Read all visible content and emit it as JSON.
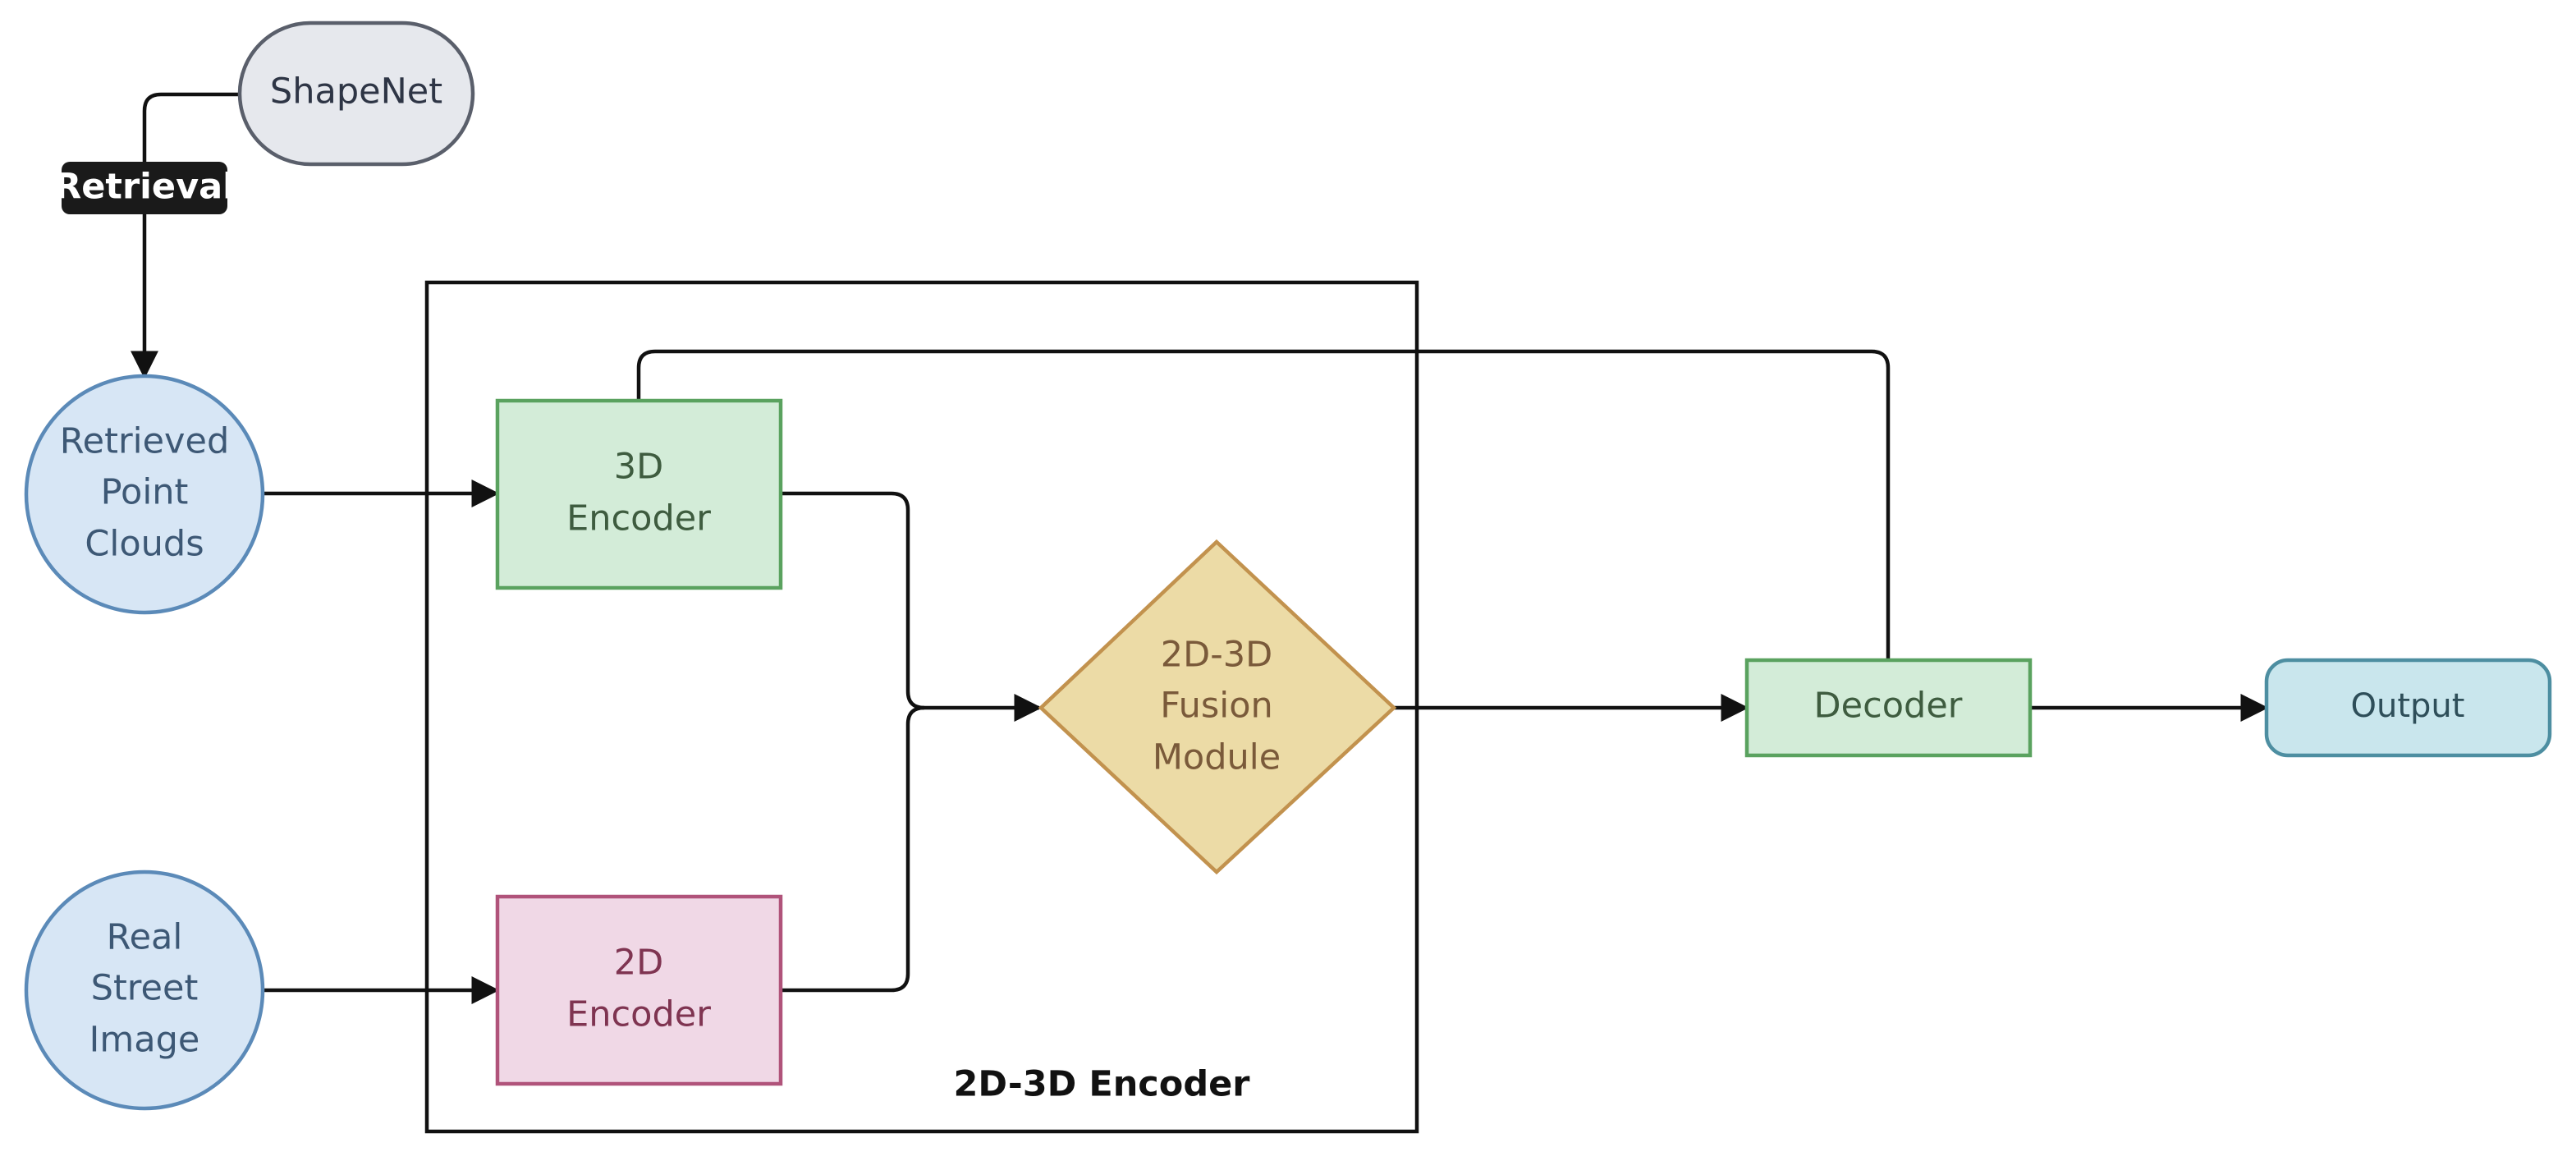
{
  "diagram": {
    "nodes": {
      "shapenet": {
        "label": "ShapeNet",
        "shape": "pill",
        "color": "#e6e8ed",
        "border": "#5a5f6b",
        "text_color": "#2e3545"
      },
      "retrieved_point_clouds": {
        "lines": [
          "Retrieved",
          "Point",
          "Clouds"
        ],
        "shape": "circle",
        "color": "#d7e6f5",
        "border": "#5b8ab8",
        "text_color": "#3d5875"
      },
      "real_street_image": {
        "lines": [
          "Real",
          "Street",
          "Image"
        ],
        "shape": "circle",
        "color": "#d7e6f5",
        "border": "#5b8ab8",
        "text_color": "#3d5875"
      },
      "encoder_3d": {
        "lines": [
          "3D",
          "Encoder"
        ],
        "shape": "rect",
        "color": "#d3ecd8",
        "border": "#5aa25f",
        "text_color": "#3e5c3f"
      },
      "encoder_2d": {
        "lines": [
          "2D",
          "Encoder"
        ],
        "shape": "rect",
        "color": "#f0d8e6",
        "border": "#b0537a",
        "text_color": "#7f3451"
      },
      "fusion_module": {
        "lines": [
          "2D-3D",
          "Fusion",
          "Module"
        ],
        "shape": "diamond",
        "color": "#ecdba6",
        "border": "#c2924e",
        "text_color": "#7a5a3a"
      },
      "decoder": {
        "label": "Decoder",
        "shape": "rect",
        "color": "#d3ecd8",
        "border": "#5aa25f",
        "text_color": "#3e5c3f"
      },
      "output": {
        "label": "Output",
        "shape": "rounded-rect",
        "color": "#c9e6ed",
        "border": "#4d8ea1",
        "text_color": "#2e4e59"
      }
    },
    "group": {
      "label": "2D-3D Encoder",
      "border": "#111111"
    },
    "edge_label": {
      "text": "Retrieval",
      "background": "#1a1a1a",
      "text_color": "#ffffff"
    },
    "edges": [
      {
        "from": "shapenet",
        "to": "retrieved_point_clouds",
        "label": "Retrieval"
      },
      {
        "from": "retrieved_point_clouds",
        "to": "encoder_3d"
      },
      {
        "from": "real_street_image",
        "to": "encoder_2d"
      },
      {
        "from": "encoder_3d",
        "to": "fusion_module"
      },
      {
        "from": "encoder_2d",
        "to": "fusion_module"
      },
      {
        "from": "fusion_module",
        "to": "decoder"
      },
      {
        "from": "encoder_3d",
        "to": "decoder"
      },
      {
        "from": "decoder",
        "to": "output"
      }
    ]
  }
}
